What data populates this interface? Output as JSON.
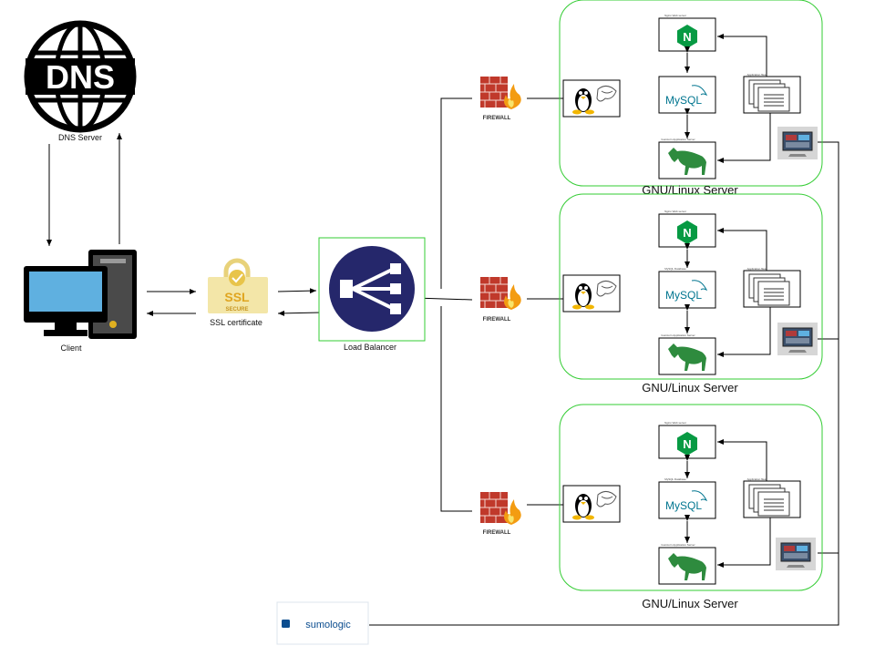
{
  "client": {
    "label": "Client"
  },
  "dns": {
    "text": "DNS",
    "label": "DNS Server"
  },
  "ssl": {
    "word": "SSL",
    "sub": "SECURE",
    "label": "SSL certificate"
  },
  "load_balancer": {
    "label": "Load  Balancer"
  },
  "firewall": {
    "label": "FIREWALL"
  },
  "server": {
    "label": "GNU/Linux Server",
    "nginx_caption": "Nginx Web server",
    "mysql_caption": "MySQL Database",
    "app_caption": "Gunicorn Application Server",
    "files_caption": "Application files",
    "mysql_text": "MySQL",
    "nginx_letter": "N"
  },
  "sumologic": {
    "text": "sumologic"
  },
  "colors": {
    "server_border": "#33cc33",
    "lb_bg": "#25276b",
    "nginx_green": "#079a43",
    "mysql_blue": "#00758f",
    "mysql_orange": "#e38c00",
    "horse_green": "#2e8b3e",
    "firewall_red": "#c0392b",
    "monitor_blue": "#5fb0e0",
    "sumo_blue": "#0b4d8f"
  }
}
